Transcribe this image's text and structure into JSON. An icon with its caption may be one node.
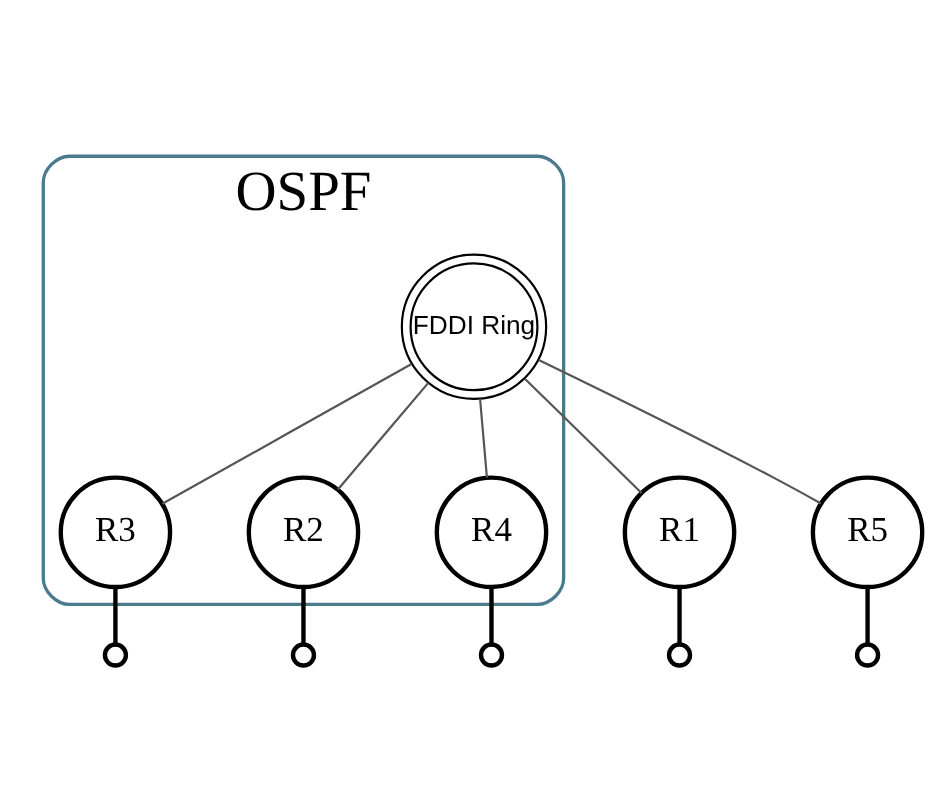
{
  "diagram": {
    "nodes": [
      {
        "text": [
          "OSPF"
        ]
      },
      {
        "text": [
          "R3"
        ],
        "in": 0
      },
      {
        "text": [
          "R2"
        ],
        "in": 0
      },
      {
        "text": [
          "R4"
        ],
        "in": 0
      },
      {
        "text": [
          "FDDI Ring"
        ],
        "in": 0
      },
      {
        "text": [
          "R1"
        ]
      },
      {
        "text": [
          "R5"
        ]
      }
    ],
    "edges": [
      {
        "from": 4,
        "to": 1,
        "arrow": "none"
      },
      {
        "from": 4,
        "to": 2,
        "arrow": "none"
      },
      {
        "from": 4,
        "to": 3,
        "arrow": "none"
      },
      {
        "from": 4,
        "to": 5,
        "arrow": "none"
      },
      {
        "from": 4,
        "to": 6,
        "arrow": "none"
      },
      {
        "from": 1,
        "to": null,
        "arrow": "other"
      },
      {
        "from": 2,
        "to": null,
        "arrow": "other"
      },
      {
        "from": 3,
        "to": null,
        "arrow": "other"
      },
      {
        "from": 5,
        "to": null,
        "arrow": "other"
      },
      {
        "from": 6,
        "to": null,
        "arrow": "other"
      }
    ]
  }
}
